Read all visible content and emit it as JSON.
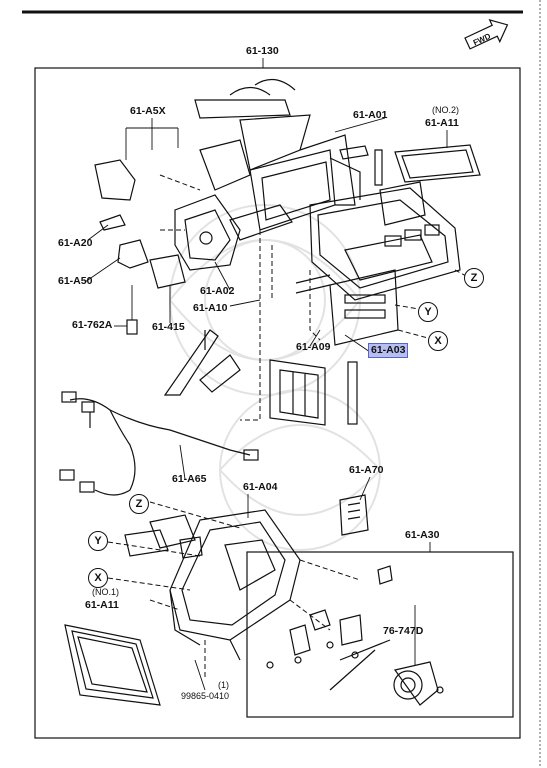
{
  "labels": {
    "root": "61-130",
    "a5x": "61-A5X",
    "a01": "61-A01",
    "a11_no2_qual": "(NO.2)",
    "a11_no2": "61-A11",
    "a20": "61-A20",
    "a50": "61-A50",
    "a02": "61-A02",
    "a10": "61-A10",
    "a762": "61-762A",
    "a415": "61-415",
    "a09": "61-A09",
    "a03": "61-A03",
    "a65": "61-A65",
    "a04": "61-A04",
    "a70": "61-A70",
    "a30": "61-A30",
    "a11_no1_qual": "(NO.1)",
    "a11_no1": "61-A11",
    "a747": "76-747D",
    "bolt_qty": "(1)",
    "bolt": "99865-0410"
  },
  "markers": {
    "z": "Z",
    "y": "Y",
    "x": "X"
  },
  "fwd": "FWD",
  "highlight_color": "#b7bff0"
}
